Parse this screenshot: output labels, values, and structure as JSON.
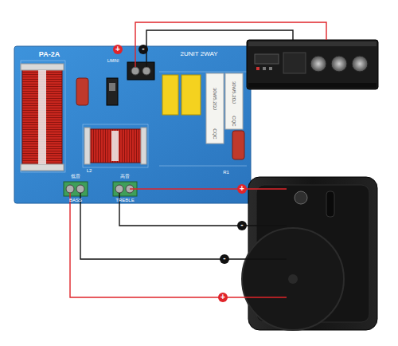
{
  "diagram": {
    "labels": [
      "PA-2A",
      "L/MINI",
      "2UNIT 2WAY",
      "CQC",
      "30W5.2ΩJ",
      "CQC",
      "30W5.2ΩJ",
      "L2",
      "R1",
      "低音",
      "BASS",
      "高音",
      "TREBLE",
      "+",
      "-",
      "+",
      "-",
      "-",
      "+"
    ]
  }
}
